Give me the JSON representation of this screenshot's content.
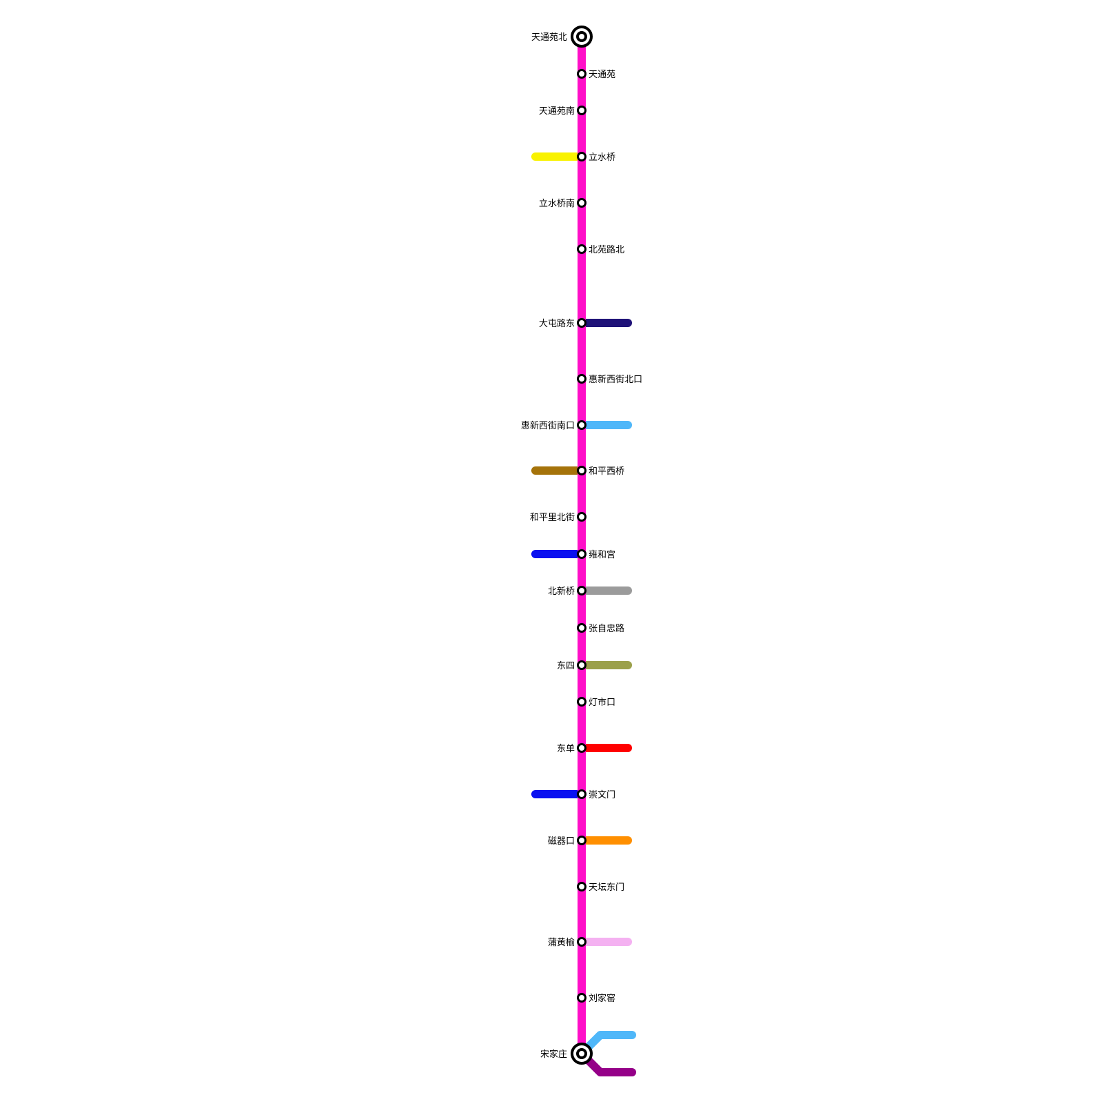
{
  "line": {
    "color": "#FF0FC8"
  },
  "stations": [
    {
      "name": "天通苑北",
      "label_side": "left",
      "terminal": true,
      "transfers": []
    },
    {
      "name": "天通苑",
      "label_side": "right",
      "terminal": false,
      "transfers": []
    },
    {
      "name": "天通苑南",
      "label_side": "left",
      "terminal": false,
      "transfers": []
    },
    {
      "name": "立水桥",
      "label_side": "right",
      "terminal": false,
      "transfers": [
        {
          "color": "#F9F200",
          "side": "left"
        }
      ]
    },
    {
      "name": "立水桥南",
      "label_side": "left",
      "terminal": false,
      "transfers": []
    },
    {
      "name": "北苑路北",
      "label_side": "right",
      "terminal": false,
      "transfers": []
    },
    {
      "name": "大屯路东",
      "label_side": "left",
      "terminal": false,
      "transfers": [
        {
          "color": "#1F1278",
          "side": "right"
        }
      ]
    },
    {
      "name": "惠新西街北口",
      "label_side": "right",
      "terminal": false,
      "transfers": []
    },
    {
      "name": "惠新西街南口",
      "label_side": "left",
      "terminal": false,
      "transfers": [
        {
          "color": "#4FB7F9",
          "side": "right"
        }
      ]
    },
    {
      "name": "和平西桥",
      "label_side": "right",
      "terminal": false,
      "transfers": [
        {
          "color": "#A5730A",
          "side": "left"
        }
      ]
    },
    {
      "name": "和平里北街",
      "label_side": "left",
      "terminal": false,
      "transfers": []
    },
    {
      "name": "雍和宫",
      "label_side": "right",
      "terminal": false,
      "transfers": [
        {
          "color": "#0A10F0",
          "side": "left"
        }
      ]
    },
    {
      "name": "北新桥",
      "label_side": "left",
      "terminal": false,
      "transfers": [
        {
          "color": "#9B9B9B",
          "side": "right"
        }
      ]
    },
    {
      "name": "张自忠路",
      "label_side": "right",
      "terminal": false,
      "transfers": []
    },
    {
      "name": "东四",
      "label_side": "left",
      "terminal": false,
      "transfers": [
        {
          "color": "#9BA04A",
          "side": "right"
        }
      ]
    },
    {
      "name": "灯市口",
      "label_side": "right",
      "terminal": false,
      "transfers": []
    },
    {
      "name": "东单",
      "label_side": "left",
      "terminal": false,
      "transfers": [
        {
          "color": "#FF0000",
          "side": "right"
        }
      ]
    },
    {
      "name": "崇文门",
      "label_side": "right",
      "terminal": false,
      "transfers": [
        {
          "color": "#0A10F0",
          "side": "left"
        }
      ]
    },
    {
      "name": "磁器口",
      "label_side": "left",
      "terminal": false,
      "transfers": [
        {
          "color": "#FF8F00",
          "side": "right"
        }
      ]
    },
    {
      "name": "天坛东门",
      "label_side": "right",
      "terminal": false,
      "transfers": []
    },
    {
      "name": "蒲黄榆",
      "label_side": "left",
      "terminal": false,
      "transfers": [
        {
          "color": "#F4B1F1",
          "side": "right"
        }
      ]
    },
    {
      "name": "刘家窑",
      "label_side": "right",
      "terminal": false,
      "transfers": []
    },
    {
      "name": "宋家庄",
      "label_side": "left",
      "terminal": true,
      "transfers": [
        {
          "color": "#4FB7F9",
          "side": "right-up"
        },
        {
          "color": "#950088",
          "side": "right-down"
        }
      ]
    }
  ]
}
